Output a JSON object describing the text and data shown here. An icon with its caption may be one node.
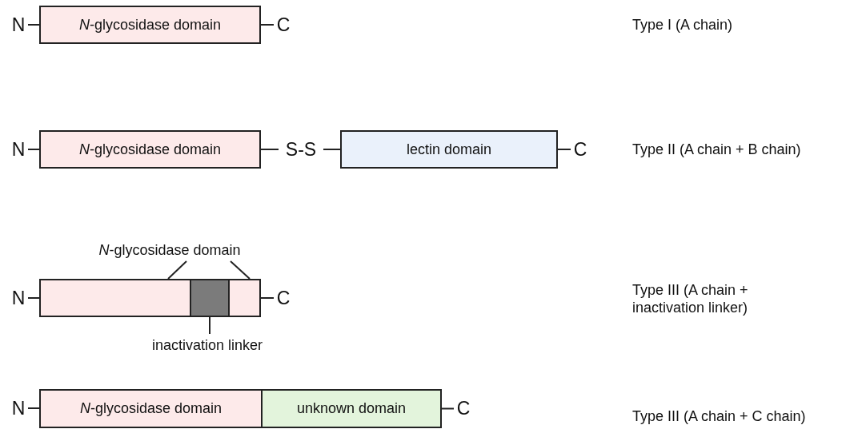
{
  "diagram": {
    "nodes": [
      {
        "text": [
          "N"
        ]
      },
      {
        "text": [
          "*N*-glycosidase domain"
        ]
      },
      {
        "text": [
          "C"
        ]
      },
      {
        "text": [
          "N"
        ]
      },
      {
        "text": [
          "*N*-glycosidase domain"
        ]
      },
      {
        "text": [
          "S-S"
        ]
      },
      {
        "text": [
          "lectin domain"
        ]
      },
      {
        "text": [
          "C"
        ]
      },
      {
        "text": [
          "*N*-glycosidase domain"
        ]
      },
      {
        "text": [
          "N"
        ]
      },
      {
        "text": [],
        "shape": "box"
      },
      {
        "text": [],
        "shape": "box"
      },
      {
        "text": [],
        "shape": "box"
      },
      {
        "text": [
          "C"
        ]
      },
      {
        "text": [
          "inactivation linker"
        ]
      },
      {
        "text": [
          "N"
        ]
      },
      {
        "text": [
          "*N*-glycosidase domain"
        ]
      },
      {
        "text": [
          "unknown domain"
        ]
      },
      {
        "text": [
          "C"
        ]
      }
    ],
    "edges": [
      {
        "from": 0,
        "to": 1,
        "arrow": "none"
      },
      {
        "from": 1,
        "to": 2,
        "arrow": "none"
      },
      {
        "from": 3,
        "to": 4,
        "arrow": "none"
      },
      {
        "from": 4,
        "to": 5,
        "arrow": "none"
      },
      {
        "from": 5,
        "to": 6,
        "arrow": "none"
      },
      {
        "from": 6,
        "to": 7,
        "arrow": "none"
      },
      {
        "from": 9,
        "to": 10,
        "arrow": "none"
      },
      {
        "from": 12,
        "to": 13,
        "arrow": "none"
      },
      {
        "from": 8,
        "to": 10,
        "arrow": "none"
      },
      {
        "from": 8,
        "to": 12,
        "arrow": "none"
      },
      {
        "from": 14,
        "to": 11,
        "arrow": "none"
      },
      {
        "from": 15,
        "to": 16,
        "arrow": "none"
      },
      {
        "from": 17,
        "to": 18,
        "arrow": "none"
      }
    ],
    "labels": [
      "Type I (A chain)",
      "Type II (A chain + B chain)",
      "Type III (A chain + inactivation linker)",
      "Type III (A chain + C chain)"
    ]
  }
}
